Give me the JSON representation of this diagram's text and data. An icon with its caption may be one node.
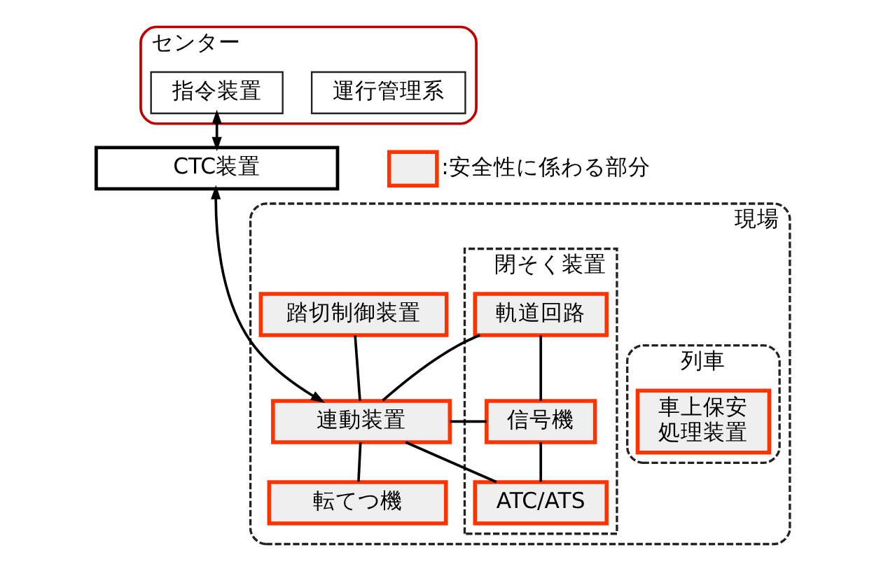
{
  "diagram": {
    "nodes": [
      {
        "text": [
          "センター"
        ]
      },
      {
        "text": [
          "指令装置"
        ],
        "in": 0
      },
      {
        "text": [
          "運行管理系"
        ],
        "in": 0
      },
      {
        "text": [
          "CTC装置"
        ]
      },
      {
        "text": [
          "現場"
        ]
      },
      {
        "text": [
          "踏切制御装置"
        ],
        "in": 4
      },
      {
        "text": [
          "閉そく装置"
        ],
        "in": 4
      },
      {
        "text": [
          "軌道回路"
        ],
        "in": 6
      },
      {
        "text": [
          "連動装置"
        ],
        "in": 4
      },
      {
        "text": [
          "信号機"
        ],
        "in": 6
      },
      {
        "text": [
          "ATC/ATS"
        ],
        "in": 6
      },
      {
        "text": [
          "転てつ機"
        ],
        "in": 4
      },
      {
        "text": [
          "列車"
        ],
        "in": 4
      },
      {
        "text": [
          "車上保安処理装置"
        ],
        "in": 12
      }
    ],
    "edges": [
      {
        "from": 1,
        "to": 3,
        "arrow": "both"
      },
      {
        "from": 3,
        "to": 8,
        "arrow": "both"
      },
      {
        "from": 5,
        "to": 8,
        "arrow": "none"
      },
      {
        "from": 7,
        "to": 8,
        "arrow": "none"
      },
      {
        "from": 8,
        "to": 9,
        "arrow": "none"
      },
      {
        "from": 7,
        "to": 9,
        "arrow": "none"
      },
      {
        "from": 8,
        "to": 10,
        "arrow": "none"
      },
      {
        "from": 9,
        "to": 10,
        "arrow": "none"
      },
      {
        "from": 8,
        "to": 11,
        "arrow": "none"
      }
    ],
    "legend": [
      {
        "text": ":安全性に係わる部分"
      }
    ]
  }
}
